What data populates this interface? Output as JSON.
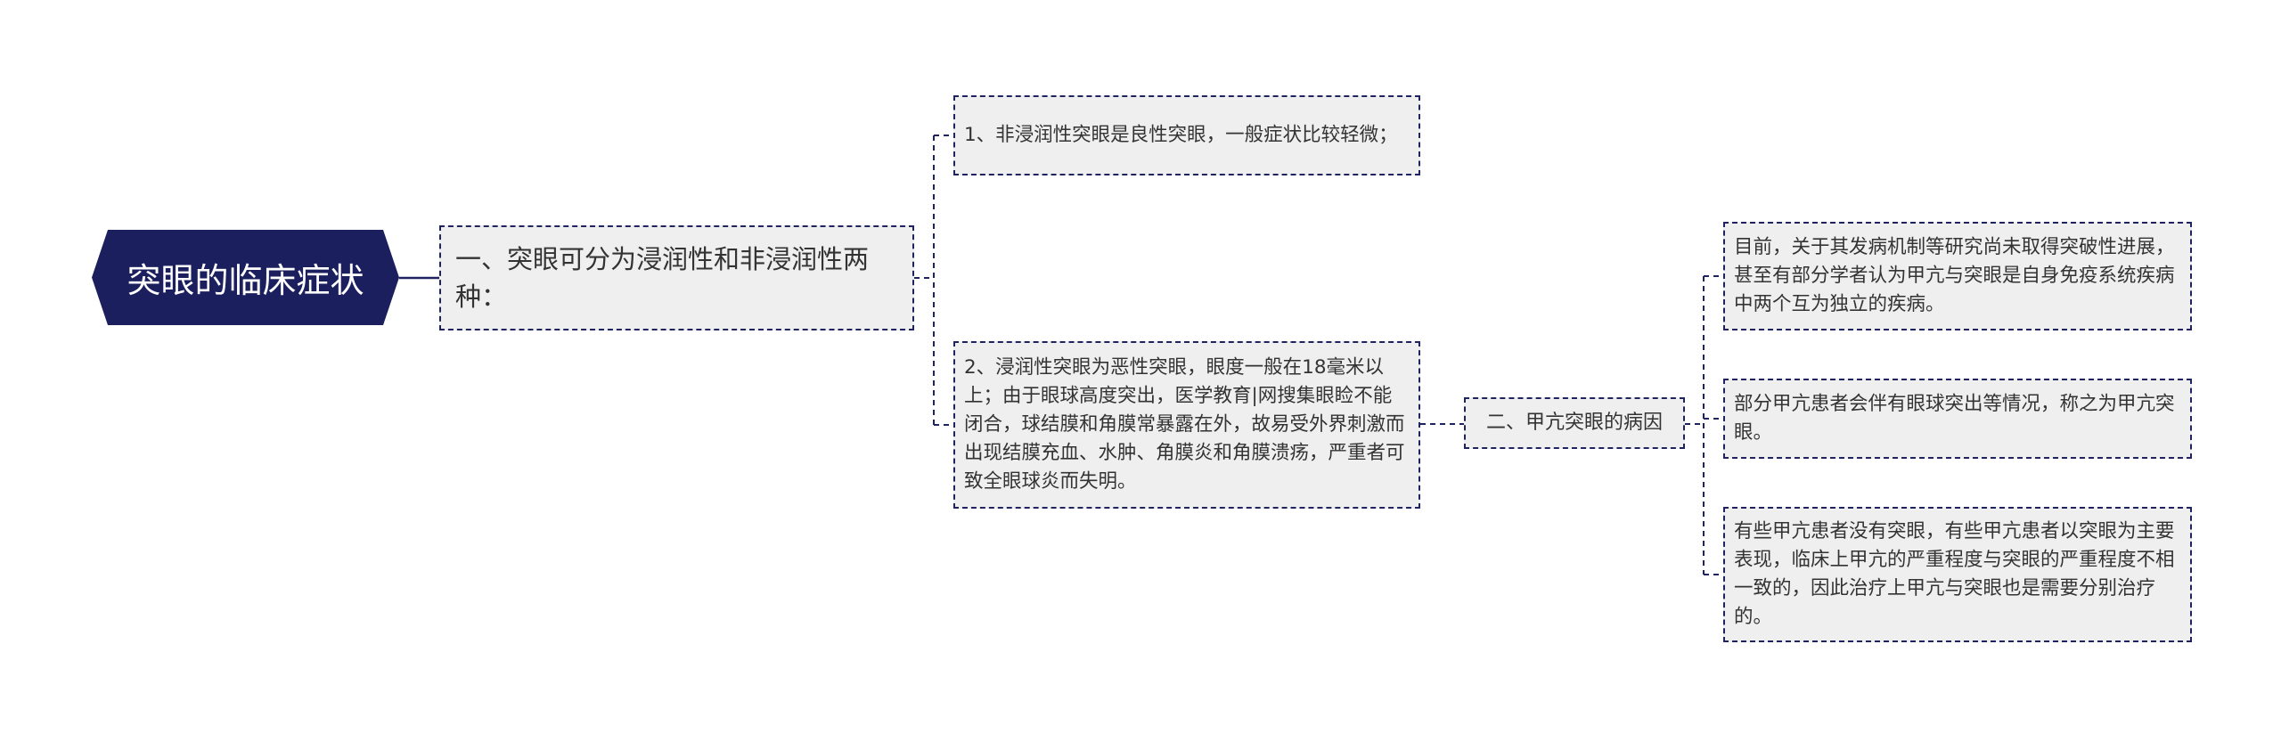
{
  "colors": {
    "root_fill": "#1b1f5e",
    "root_text": "#ffffff",
    "node_fill": "#efefef",
    "node_border": "#1f2460",
    "text": "#333333",
    "line": "#1f2460"
  },
  "root": {
    "label": "突眼的临床症状"
  },
  "branches": [
    {
      "label": "一、突眼可分为浸润性和非浸润性两种：",
      "children": [
        {
          "label": "1、非浸润性突眼是良性突眼，一般症状比较轻微；"
        },
        {
          "label": "2、浸润性突眼为恶性突眼，眼度一般在18毫米以上；由于眼球高度突出，医学教育|网搜集眼睑不能闭合，球结膜和角膜常暴露在外，故易受外界刺激而出现结膜充血、水肿、角膜炎和角膜溃疡，严重者可致全眼球炎而失明。"
        }
      ]
    },
    {
      "label": "二、甲亢突眼的病因",
      "children": [
        {
          "label": "目前，关于其发病机制等研究尚未取得突破性进展，甚至有部分学者认为甲亢与突眼是自身免疫系统疾病中两个互为独立的疾病。"
        },
        {
          "label": "部分甲亢患者会伴有眼球突出等情况，称之为甲亢突眼。"
        },
        {
          "label": "有些甲亢患者没有突眼，有些甲亢患者以突眼为主要表现，临床上甲亢的严重程度与突眼的严重程度不相一致的，因此治疗上甲亢与突眼也是需要分别治疗的。"
        }
      ]
    }
  ]
}
